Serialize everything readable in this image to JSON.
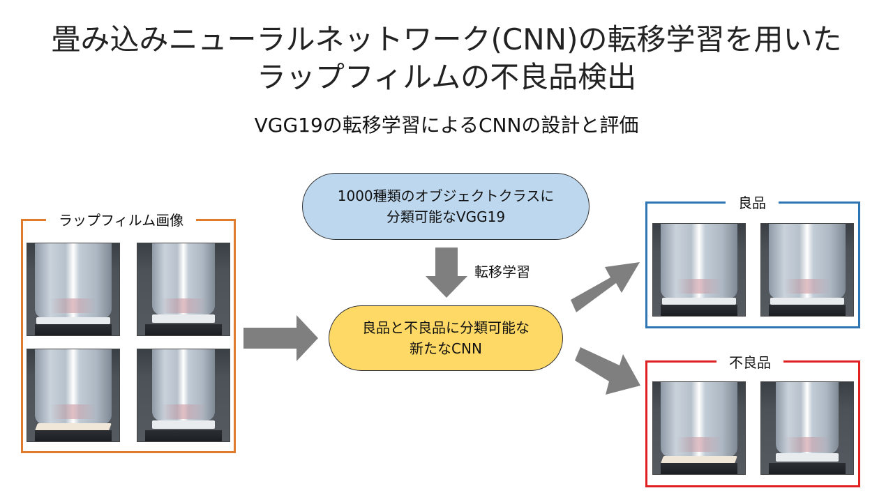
{
  "title": {
    "line1": "畳み込みニューラルネットワーク(CNN)の転移学習を用いた",
    "line2": "ラップフィルムの不良品検出"
  },
  "subtitle": "VGG19の転移学習によるCNNの設計と評価",
  "input_group": {
    "label": "ラップフィルム画像",
    "color": "#E07B2C"
  },
  "vgg_box": {
    "text": "1000種類のオブジェクトクラスに\n分類可能なVGG19",
    "fill": "#BDD7EE"
  },
  "transfer_label": "転移学習",
  "new_cnn_box": {
    "text": "良品と不良品に分類可能な\n新たなCNN",
    "fill": "#FFD966"
  },
  "good_group": {
    "label": "良品",
    "color": "#2E75B6"
  },
  "bad_group": {
    "label": "不良品",
    "color": "#E02020"
  },
  "arrow_color": "#7F7F7F"
}
